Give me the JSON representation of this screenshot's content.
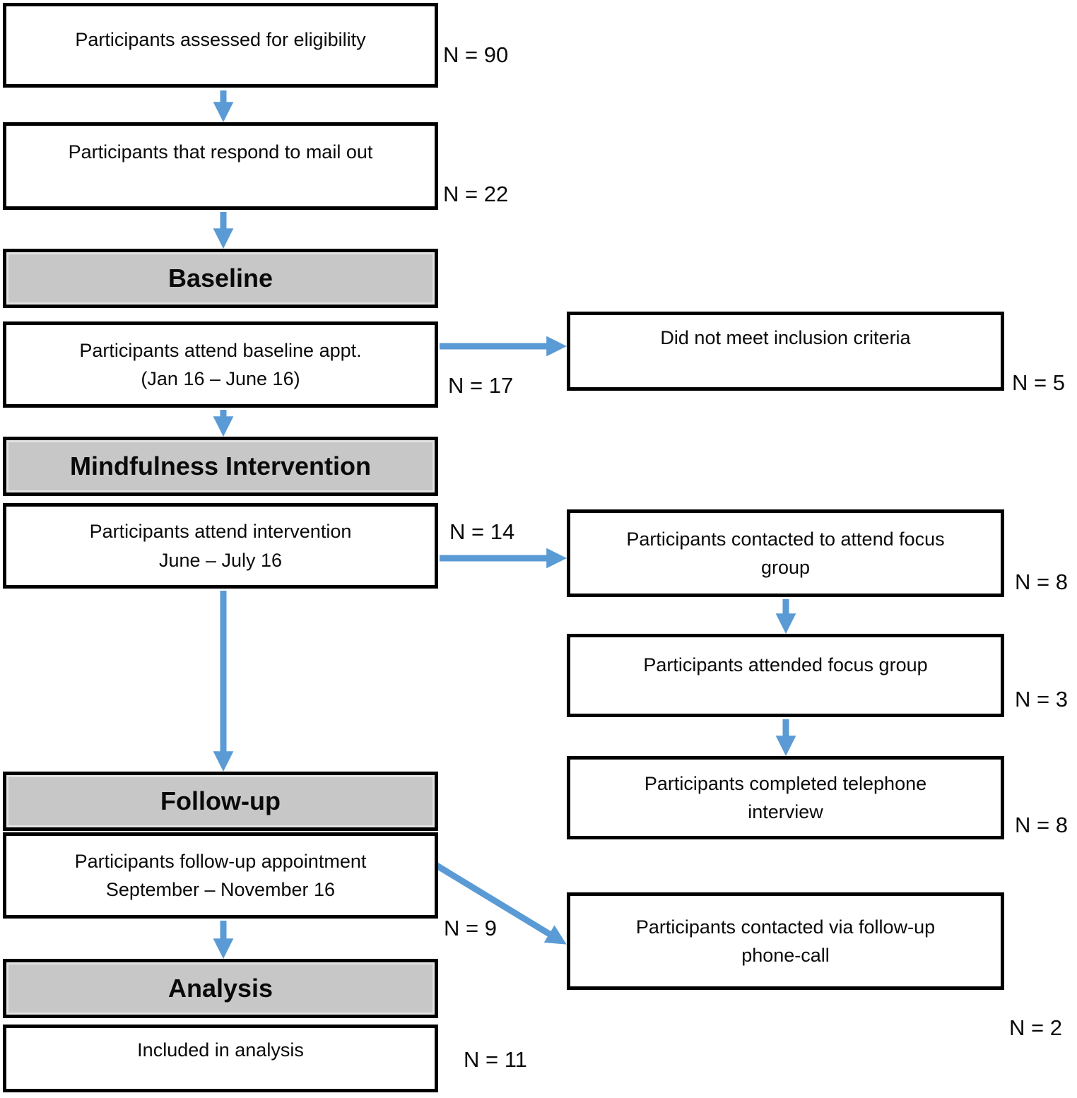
{
  "colors": {
    "arrow": "#5B9BD5",
    "header_fill": "#C7C7C7",
    "box_border": "#000000",
    "background": "#FFFFFF",
    "text": "#0A0A0A"
  },
  "boxes": {
    "eligibility": {
      "lines": [
        "Participants assessed for eligibility"
      ],
      "n": "N = 90"
    },
    "mailout": {
      "lines": [
        "Participants that respond to mail out"
      ],
      "n": "N = 22"
    },
    "baseline_header": {
      "label": "Baseline"
    },
    "baseline_appt": {
      "lines": [
        "Participants attend baseline appt.",
        "(Jan 16 – June 16)"
      ],
      "n": "N = 17"
    },
    "not_included": {
      "lines": [
        "Did not meet inclusion criteria"
      ],
      "n": "N = 5"
    },
    "intervention_header": {
      "label": "Mindfulness Intervention"
    },
    "intervention": {
      "lines": [
        "Participants attend intervention",
        "June – July 16"
      ],
      "n": "N = 14"
    },
    "focus_contacted": {
      "lines": [
        "Participants contacted to attend focus",
        "group"
      ],
      "n": "N = 8"
    },
    "focus_attended": {
      "lines": [
        "Participants attended focus group"
      ],
      "n": "N = 3"
    },
    "telephone_interview": {
      "lines": [
        "Participants completed telephone",
        "interview"
      ],
      "n": "N = 8"
    },
    "followup_header": {
      "label": "Follow-up"
    },
    "followup_appt": {
      "lines": [
        "Participants follow-up appointment",
        "September – November 16"
      ],
      "n": "N = 9"
    },
    "phone_call": {
      "lines": [
        "Participants contacted via follow-up",
        "phone-call"
      ],
      "n": "N = 2"
    },
    "analysis_header": {
      "label": "Analysis"
    },
    "included": {
      "lines": [
        "Included in analysis"
      ],
      "n": "N = 11"
    }
  }
}
